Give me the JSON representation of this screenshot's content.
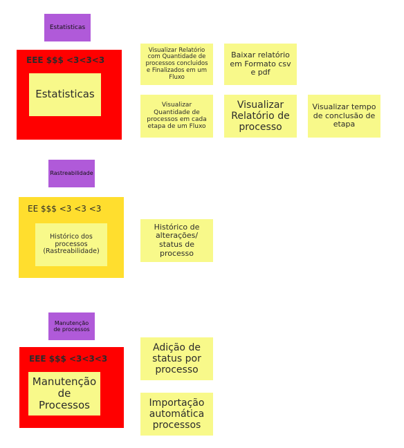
{
  "colors": {
    "purple": "#b05ad9",
    "red": "#ff0000",
    "orange_yellow": "#ffde2e",
    "sticky_yellow": "#f8f98a",
    "text": "#2b2b2b"
  },
  "sections": {
    "estatisticas": {
      "label": "Estatisticas",
      "frame_title": "EEE $$$ <3<3<3",
      "frame_note": "Estatisticas",
      "notes": [
        "Visualizar Relatório com Quantidade de processos concluidos e Finalizados em um Fluxo",
        "Baixar relatório em Formato csv e pdf",
        "Visualizar Quantidade de processos em cada etapa de um Fluxo",
        "Visualizar Relatório de processo",
        "Visualizar tempo de conclusão de etapa"
      ]
    },
    "rastreabilidade": {
      "label": "Rastreabilidade",
      "frame_title": "EE $$$ <3 <3 <3",
      "frame_note": "Histórico dos processos (Rastreabilidade)",
      "notes": [
        "Histórico de alterações/ status de processo"
      ]
    },
    "manutencao": {
      "label": "Manutenção de processos",
      "frame_title": "EEE $$$ <3<3<3",
      "frame_note": "Manutenção de Processos",
      "notes": [
        "Adição de status por processo",
        "Importação automática processos"
      ]
    }
  }
}
